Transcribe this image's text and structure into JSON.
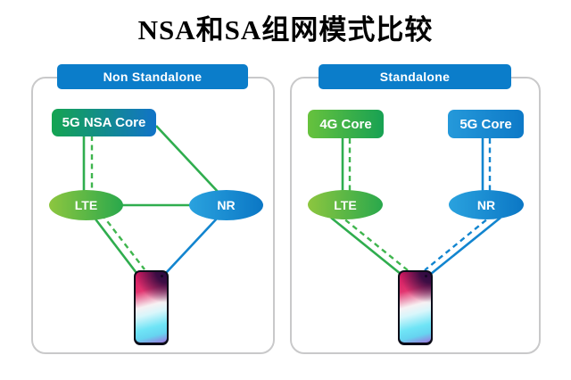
{
  "title": "NSA和SA组网模式比较",
  "colors": {
    "header_blue": "#0b7dca",
    "green_light": "#8dc63f",
    "green_dark": "#29a84c",
    "blue_light": "#2aa2de",
    "blue_dark": "#0b77c5",
    "line_green": "#2fad4e",
    "line_blue": "#1285cf",
    "panel_border": "#c9c9ca",
    "core_gradient_green": "#14a451",
    "core_gradient_blue": "#1173c8"
  },
  "left_panel": {
    "header": "Non Standalone",
    "core_box": "5G NSA Core",
    "lte_node": "LTE",
    "nr_node": "NR"
  },
  "right_panel": {
    "header": "Standalone",
    "core_4g_box": "4G Core",
    "core_5g_box": "5G Core",
    "lte_node": "LTE",
    "nr_node": "NR"
  }
}
